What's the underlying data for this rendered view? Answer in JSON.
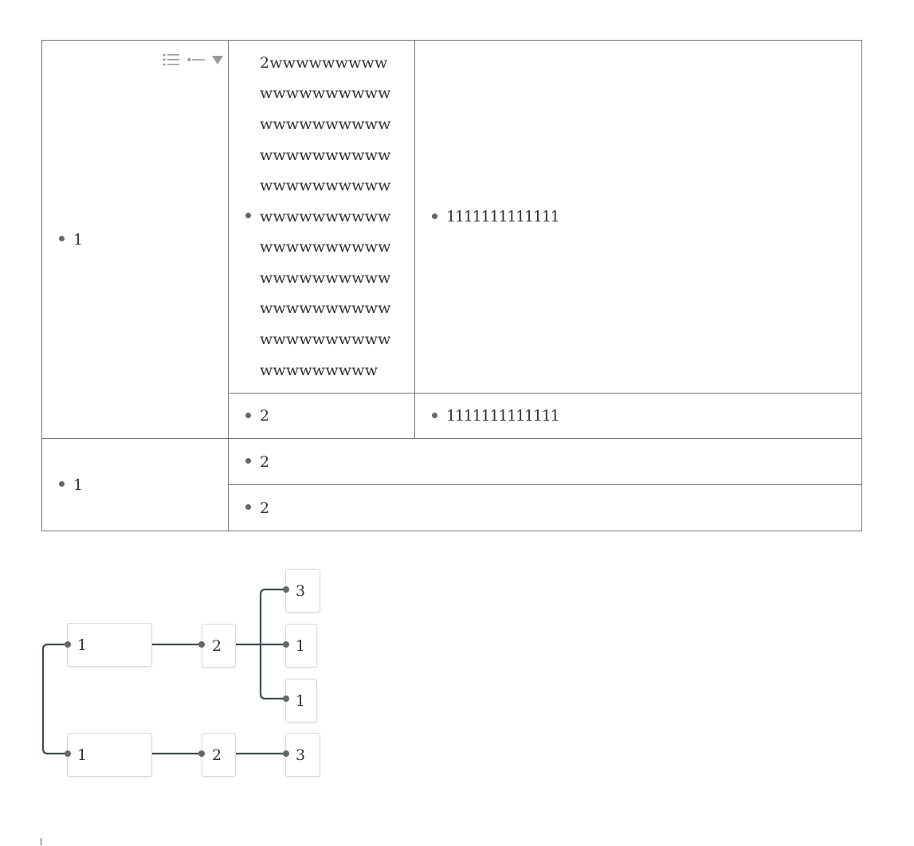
{
  "table": {
    "rows": [
      {
        "col1": "1",
        "sub": [
          {
            "col2": "2wwwwwwwww wwwwwwwwww wwwwwwwwww wwwwwwwwww wwwwwwwwww wwwwwwwwww wwwwwwwwww wwwwwwwwww wwwwwwwwww wwwwwwwwww wwwwwwwww",
            "col3": "1111111111111"
          },
          {
            "col2": "2",
            "col3": "1111111111111"
          }
        ]
      },
      {
        "col1": "1",
        "sub": [
          {
            "col2": "2"
          },
          {
            "col2": "2"
          }
        ]
      }
    ],
    "tools": [
      "list-view-icon",
      "connector-icon",
      "dropdown-arrow-icon"
    ]
  },
  "mindmap": {
    "line_color": "#3d4f51",
    "branches": [
      {
        "label": "1",
        "child": {
          "label": "2",
          "children": [
            "3",
            "1",
            "1"
          ]
        }
      },
      {
        "label": "1",
        "child": {
          "label": "2",
          "children": [
            "3"
          ]
        }
      }
    ]
  }
}
